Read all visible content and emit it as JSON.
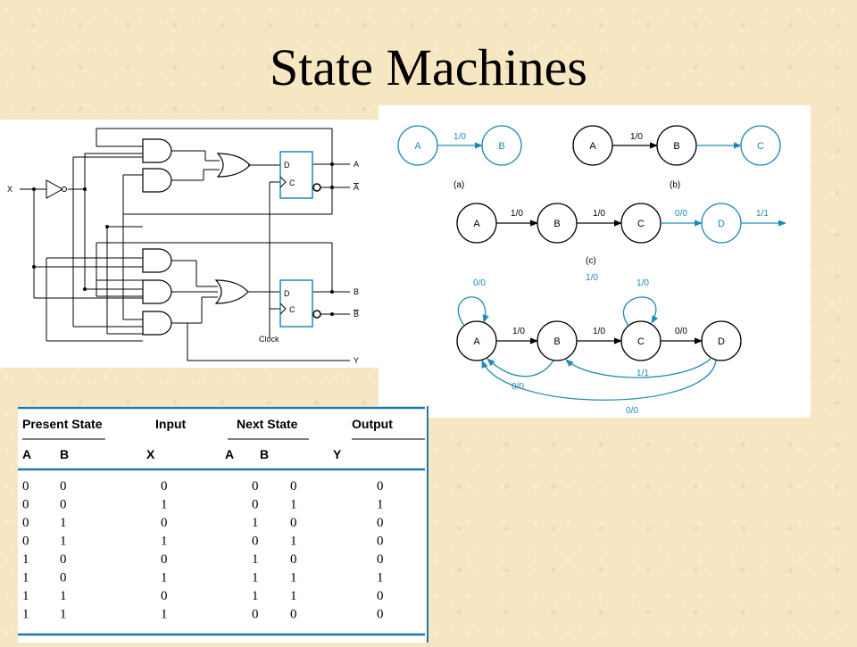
{
  "slide": {
    "title": "State Machines"
  },
  "circuit": {
    "input_label": "X",
    "ff1": {
      "d": "D",
      "c": "C"
    },
    "ff2": {
      "d": "D",
      "c": "C"
    },
    "outputs": [
      "A",
      "A",
      "B",
      "B",
      "Y"
    ],
    "clock_label": "Clock"
  },
  "state_diagrams": {
    "a": {
      "caption": "(a)",
      "states": [
        "A",
        "B"
      ],
      "edges": [
        "1/0"
      ]
    },
    "b": {
      "caption": "(b)",
      "states": [
        "A",
        "B",
        "C"
      ],
      "edges": [
        "1/0"
      ]
    },
    "c": {
      "caption": "(c)",
      "states": [
        "A",
        "B",
        "C",
        "D"
      ],
      "edges": [
        "1/0",
        "1/0",
        "0/0",
        "1/1"
      ]
    },
    "d": {
      "states": [
        "A",
        "B",
        "C",
        "D"
      ],
      "edges": [
        "1/0",
        "1/0",
        "0/0",
        "0/0",
        "1/0",
        "1/0",
        "1/1",
        "0/0",
        "0/0"
      ]
    }
  },
  "colors": {
    "accent": "#1f8ab3",
    "black": "#000000"
  },
  "table": {
    "group_headers": [
      "Present State",
      "Input",
      "Next State",
      "Output"
    ],
    "column_headers": [
      "A",
      "B",
      "X",
      "A",
      "B",
      "Y"
    ],
    "rows": [
      [
        "0",
        "0",
        "0",
        "0",
        "0",
        "0"
      ],
      [
        "0",
        "0",
        "1",
        "0",
        "1",
        "1"
      ],
      [
        "0",
        "1",
        "0",
        "1",
        "0",
        "0"
      ],
      [
        "0",
        "1",
        "1",
        "0",
        "1",
        "0"
      ],
      [
        "1",
        "0",
        "0",
        "1",
        "0",
        "0"
      ],
      [
        "1",
        "0",
        "1",
        "1",
        "1",
        "1"
      ],
      [
        "1",
        "1",
        "0",
        "1",
        "1",
        "0"
      ],
      [
        "1",
        "1",
        "1",
        "0",
        "0",
        "0"
      ]
    ]
  }
}
